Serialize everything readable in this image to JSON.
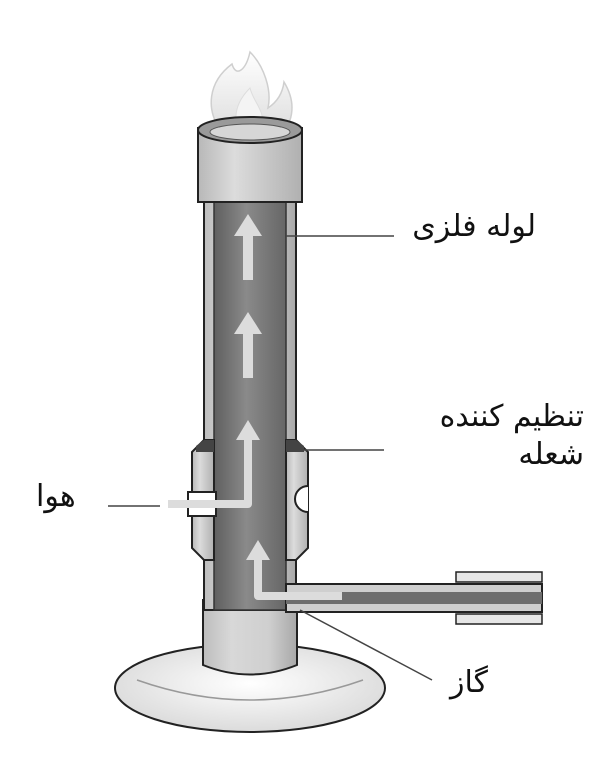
{
  "labels": {
    "metal_tube": "لوله فلزی",
    "flame_regulator": "تنظیم کننده\nشعله",
    "air": "هوا",
    "gas": "گاز"
  },
  "colors": {
    "background": "#ffffff",
    "line": "#222222",
    "tube_inner": "#777777",
    "tube_outer": "#cfcfcf",
    "arrow": "#dcdcdc",
    "base": "#e8e8e8"
  },
  "icons": {
    "flame": "flame-icon",
    "arrow": "up-arrow-icon"
  }
}
